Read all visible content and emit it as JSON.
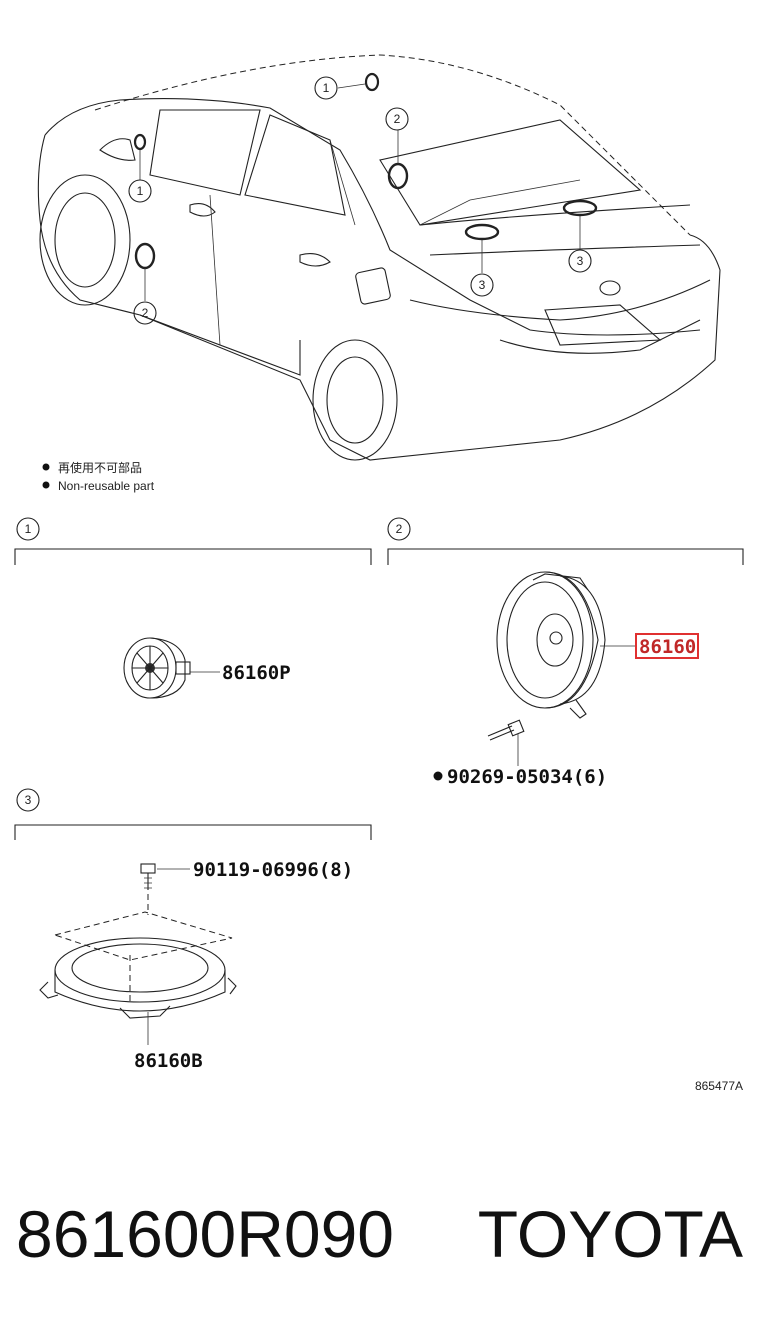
{
  "legend": {
    "line1": "再使用不可部品",
    "line2": "Non-reusable part"
  },
  "callouts": [
    "1",
    "2",
    "3"
  ],
  "sections": [
    {
      "number": "1",
      "parts": [
        {
          "label": "86160P",
          "non_reusable": false
        }
      ]
    },
    {
      "number": "2",
      "parts": [
        {
          "label": "86160",
          "highlighted": true,
          "non_reusable": false
        },
        {
          "label": "90269-05034(6)",
          "non_reusable": true
        }
      ]
    },
    {
      "number": "3",
      "parts": [
        {
          "label": "90119-06996(8)",
          "non_reusable": false
        },
        {
          "label": "86160B",
          "non_reusable": false
        }
      ]
    }
  ],
  "diagram_code": "865477A",
  "footer": {
    "part_number": "861600R090",
    "brand": "TOYOTA"
  },
  "colors": {
    "highlight": "#e03030",
    "ink": "#222222"
  }
}
